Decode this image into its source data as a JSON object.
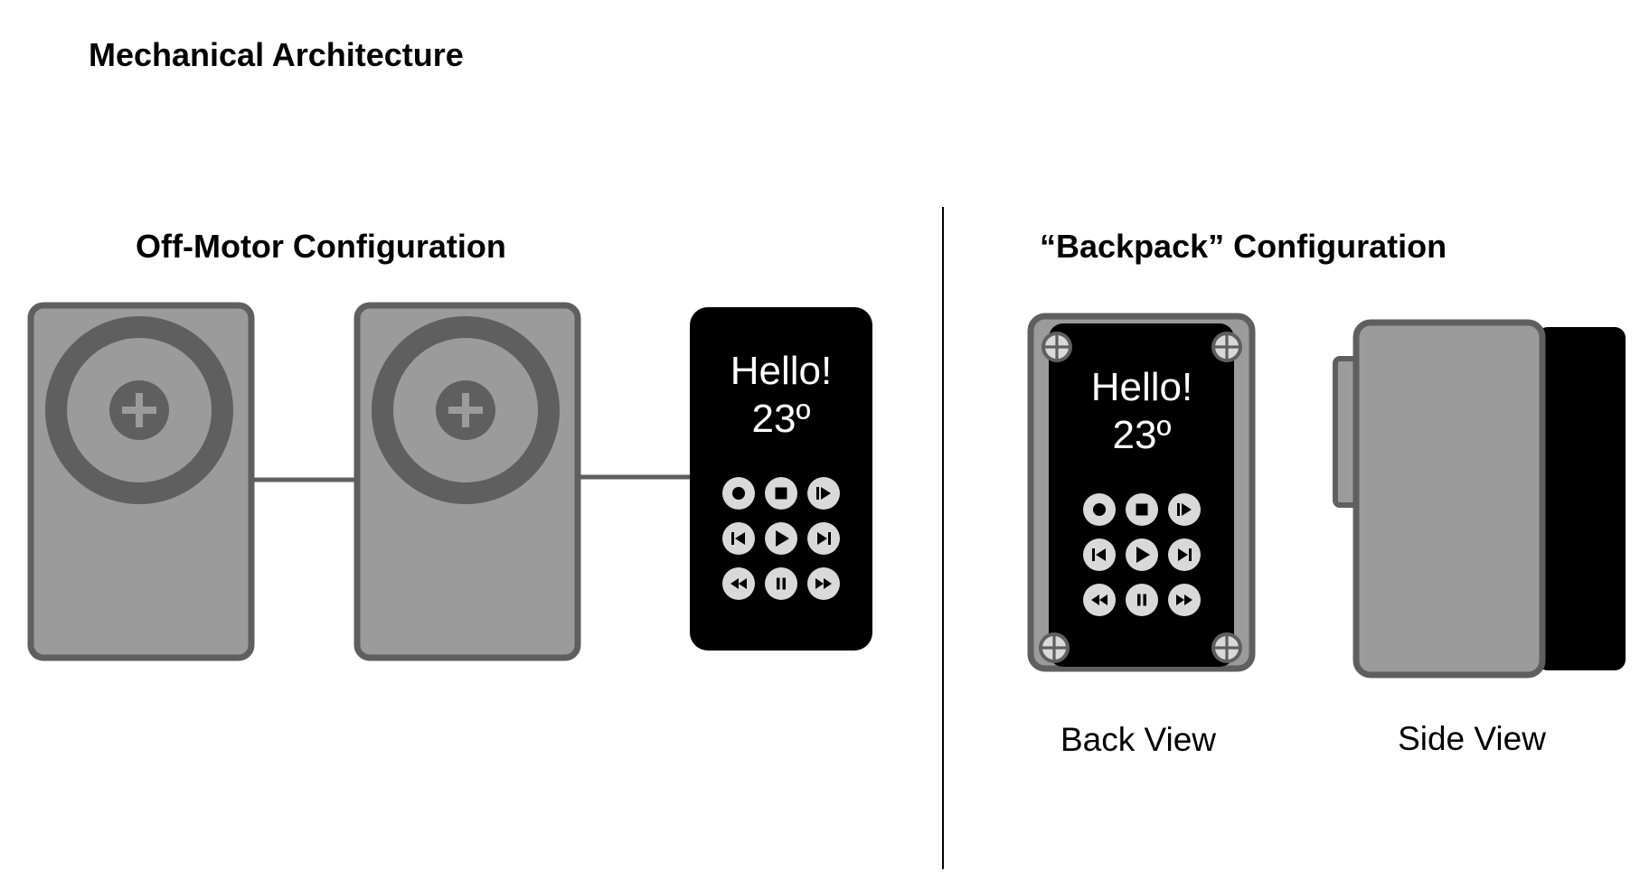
{
  "diagram": {
    "title": "Mechanical Architecture",
    "sections": {
      "off_motor": {
        "title": "Off-Motor Configuration"
      },
      "backpack": {
        "title": "“Backpack” Configuration",
        "back_view_label": "Back View",
        "side_view_label": "Side View"
      }
    },
    "display": {
      "greeting": "Hello!",
      "temperature": "23º",
      "buttons": [
        "record",
        "stop",
        "play-pause",
        "skip-back",
        "play",
        "skip-forward",
        "rewind",
        "pause",
        "fast-forward"
      ]
    },
    "colors": {
      "body_fill": "#9b9b9b",
      "body_stroke": "#5f5f5f",
      "screen": "#000000",
      "button": "#d9d9d9",
      "icon": "#000000",
      "text": "#000000",
      "screen_text": "#ffffff"
    }
  }
}
